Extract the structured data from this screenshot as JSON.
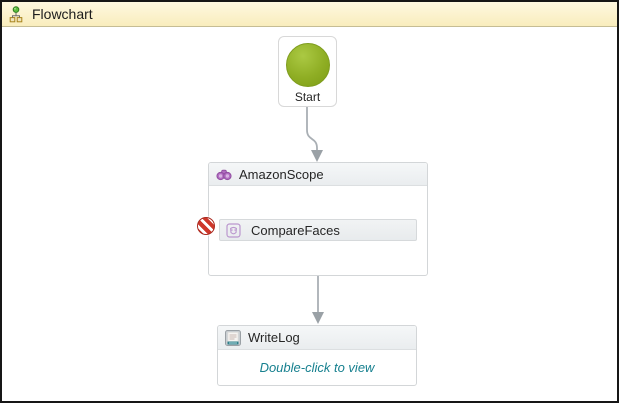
{
  "titlebar": {
    "title": "Flowchart"
  },
  "flow": {
    "start": {
      "label": "Start"
    },
    "amazon_scope": {
      "label": "AmazonScope",
      "activities": [
        {
          "label": "CompareFaces",
          "has_validation_error": true
        }
      ]
    },
    "write_log": {
      "label": "WriteLog",
      "hint": "Double-click to view"
    }
  },
  "colors": {
    "titlebar_yellow": "#F9EDBD",
    "start_circle_green": "#8FAE24",
    "error_badge_red": "#CE382B",
    "hint_teal": "#17808F",
    "connector_gray": "#A9AFB4",
    "scope_icon_purple": "#A55BB5",
    "face_icon_purple": "#BB97CE"
  }
}
